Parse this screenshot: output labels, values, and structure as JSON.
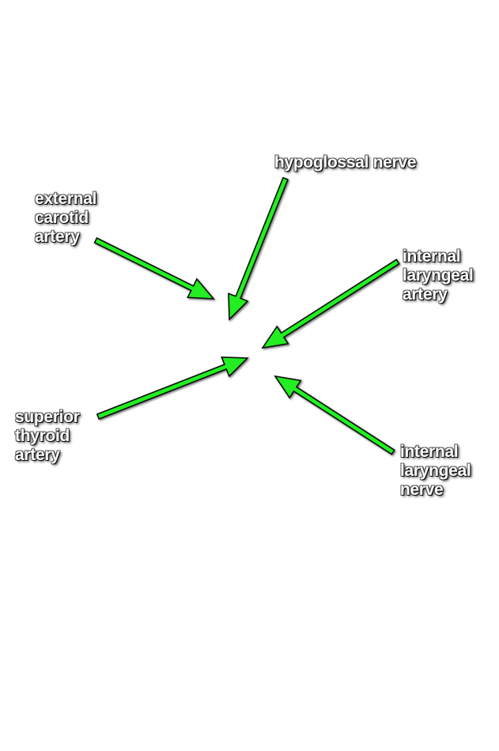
{
  "colors": {
    "arrow_fill": "#22ee22",
    "arrow_stroke": "#0a0a0a",
    "label_text": "#ffffff",
    "background": "#ffffff"
  },
  "labels": {
    "hypoglossal_nerve": [
      "hypoglossal nerve"
    ],
    "external_carotid_artery": [
      "external",
      "carotid",
      "artery"
    ],
    "internal_laryngeal_artery": [
      "internal",
      "laryngeal",
      "artery"
    ],
    "superior_thyroid_artery": [
      "superior",
      "thyroid",
      "artery"
    ],
    "internal_laryngeal_nerve": [
      "internal",
      "laryngeal",
      "nerve"
    ]
  }
}
